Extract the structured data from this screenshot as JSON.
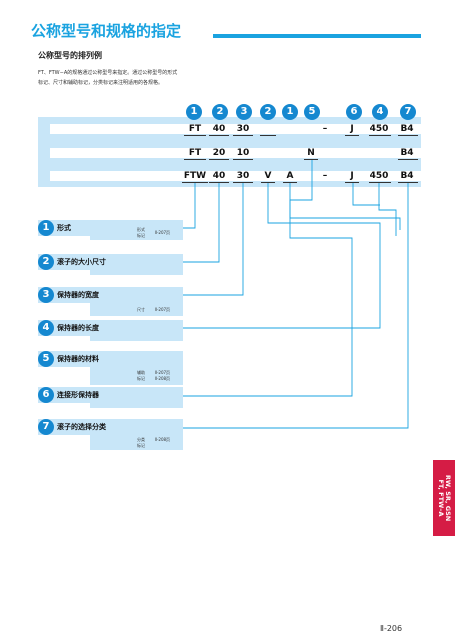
{
  "header": {
    "title": "公称型号和规格的指定",
    "subtitle": "公称型号的排列例",
    "description_lines": [
      "FT、FTW−A的规格通过公称型号来指定。通过公称型号的形式",
      "标记、尺寸和辅助标记，分类标记来注明适用的各规格。"
    ]
  },
  "code_header": [
    "1",
    "2",
    "3",
    "2",
    "1",
    "5",
    "6",
    "4",
    "7"
  ],
  "code_rows": [
    {
      "form": "FT",
      "size": "40",
      "width": "30",
      "length": "",
      "joint": "",
      "material": "",
      "dash": "–",
      "accuracy": "J",
      "num": "450",
      "grade": "B4"
    },
    {
      "form": "FT",
      "size": "20",
      "width": "10",
      "length": "",
      "joint": "",
      "material": "N",
      "dash": "",
      "accuracy": "",
      "num": "",
      "grade": "B4"
    },
    {
      "form": "FTW",
      "size": "40",
      "width": "30",
      "length": "V",
      "joint": "A",
      "material": "",
      "dash": "–",
      "accuracy": "J",
      "num": "450",
      "grade": "B4"
    }
  ],
  "items": [
    {
      "num": "1",
      "label": "形式",
      "refs": [
        {
          "term": "形式",
          "page": ""
        },
        {
          "term": "标记",
          "page": "Ⅱ-207页"
        }
      ]
    },
    {
      "num": "2",
      "label": "滚子的大小尺寸",
      "refs": []
    },
    {
      "num": "3",
      "label": "保持器的宽度",
      "refs": [
        {
          "term": "尺寸",
          "page": "Ⅱ-207页"
        }
      ]
    },
    {
      "num": "4",
      "label": "保持器的长度",
      "refs": []
    },
    {
      "num": "5",
      "label": "保持器的材料",
      "refs": [
        {
          "term": "辅助",
          "page": "Ⅱ-207页"
        },
        {
          "term": "标记",
          "page": "Ⅱ-208页"
        }
      ]
    },
    {
      "num": "6",
      "label": "连接形保持器",
      "refs": []
    },
    {
      "num": "7",
      "label": "滚子的选择分类",
      "refs": [
        {
          "term": "分类",
          "page": "Ⅱ-208页"
        },
        {
          "term": "标记",
          "page": ""
        }
      ]
    }
  ],
  "side_tab": {
    "line1": "RW, SR, GSN",
    "line2": "FT, FTW–A"
  },
  "page_number": "Ⅱ-206",
  "colors": {
    "accent": "#1aa3e0",
    "circle": "#1588d0",
    "panel": "#c8e6f8",
    "tab": "#d51c45"
  }
}
